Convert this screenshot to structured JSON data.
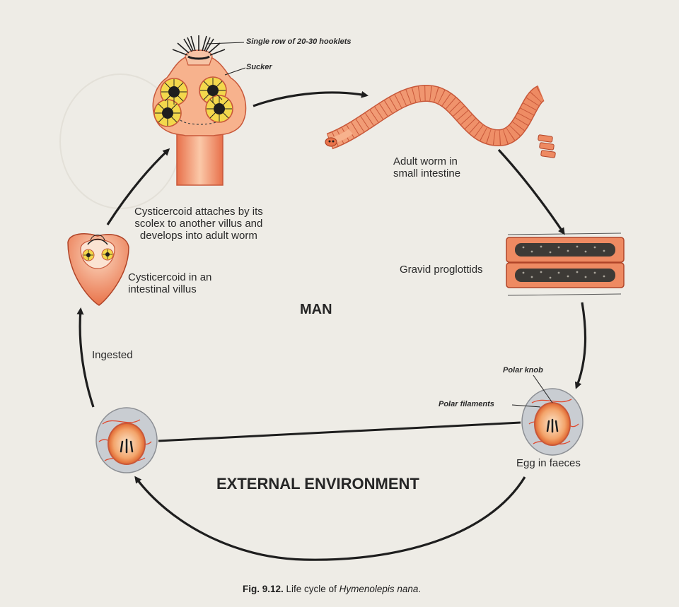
{
  "labels": {
    "hooklets": "Single row of 20-30 hooklets",
    "sucker": "Sucker",
    "adult_worm": [
      "Adult worm in",
      "small intestine"
    ],
    "gravid": "Gravid proglottids",
    "polar_knob": "Polar knob",
    "polar_filaments": "Polar filaments",
    "egg_faeces": "Egg in faeces",
    "cysticercoid_attaches": [
      "Cysticercoid attaches by its",
      "scolex to another villus and",
      "develops into adult worm"
    ],
    "cysticercoid_villus": [
      "Cysticercoid in an",
      "intestinal villus"
    ],
    "ingested": "Ingested",
    "man": "MAN",
    "external": "EXTERNAL ENVIRONMENT"
  },
  "caption": {
    "fig": "Fig. 9.12.",
    "text": " Life cycle of ",
    "species": "Hymenolepis nana",
    "end": "."
  },
  "colors": {
    "background": "#eeece6",
    "tissue": "#f1a37a",
    "tissue_dark": "#c8583a",
    "sucker_yellow": "#f3d84c",
    "egg_shell": "#c9cdd2",
    "arrow": "#1e1e1e"
  }
}
